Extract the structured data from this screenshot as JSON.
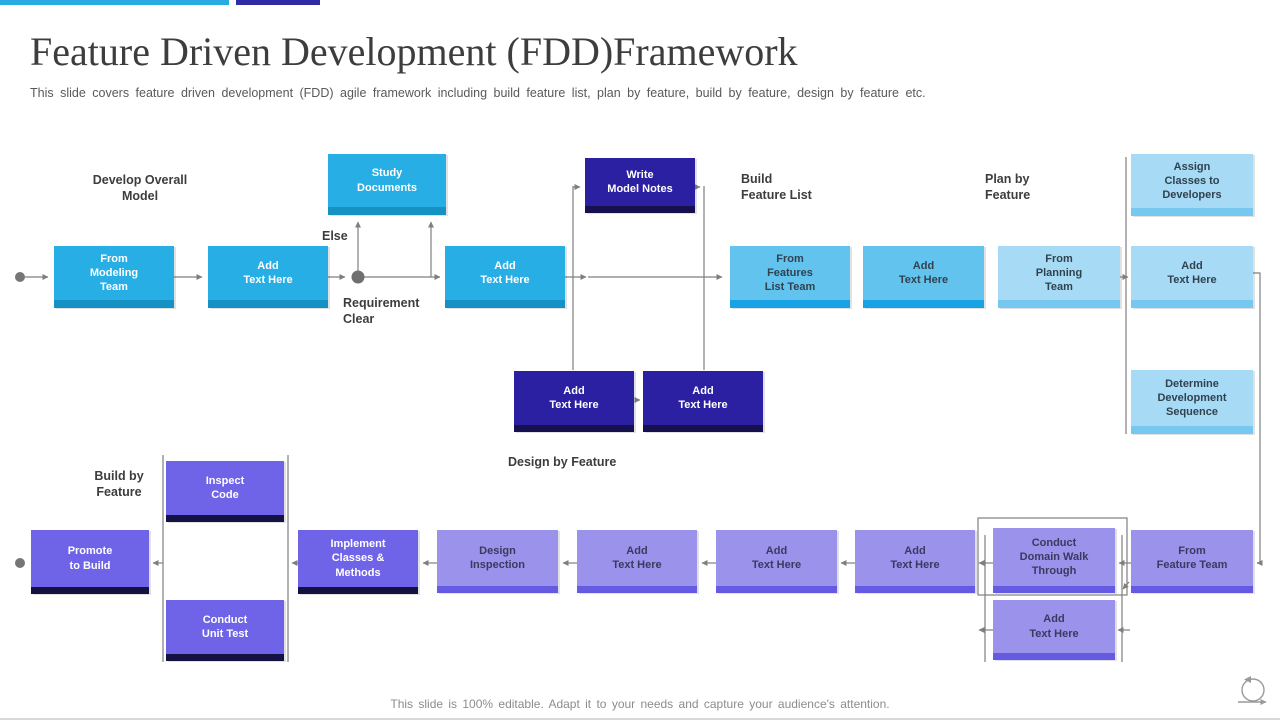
{
  "slide": {
    "title": "Feature Driven Development (FDD)Framework",
    "subtitle": "This slide covers feature driven development (FDD) agile framework including build feature list, plan by feature, build by feature, design by feature etc.",
    "footer": "This slide is 100% editable. Adapt it to your needs and capture your audience's attention."
  },
  "labels": {
    "develop_overall_model": "Develop Overall\nModel",
    "else": "Else",
    "requirement_clear": "Requirement\nClear",
    "build_feature_list": "Build\nFeature List",
    "plan_by_feature": "Plan by\nFeature",
    "design_by_feature": "Design by Feature",
    "build_by_feature": "Build by\nFeature"
  },
  "nodes": {
    "from_modeling_team": {
      "label": "From\nModeling\nTeam"
    },
    "add_text_1": {
      "label": "Add\nText Here"
    },
    "study_documents": {
      "label": "Study\nDocuments"
    },
    "add_text_2": {
      "label": "Add\nText Here"
    },
    "write_model_notes": {
      "label": "Write\nModel Notes"
    },
    "add_text_3": {
      "label": "Add\nText Here"
    },
    "add_text_4": {
      "label": "Add\nText Here"
    },
    "from_features_list_team": {
      "label": "From\nFeatures\nList Team"
    },
    "add_text_5": {
      "label": "Add\nText Here"
    },
    "from_planning_team": {
      "label": "From\nPlanning\nTeam"
    },
    "assign_classes_to_developers": {
      "label": "Assign\nClasses  to\nDevelopers"
    },
    "add_text_6": {
      "label": "Add\nText Here"
    },
    "determine_development_sequence": {
      "label": "Determine\nDevelopment\nSequence"
    },
    "inspect_code": {
      "label": "Inspect\nCode"
    },
    "promote_to_build": {
      "label": "Promote\nto Build"
    },
    "implement_classes_methods": {
      "label": "Implement\nClasses &\nMethods"
    },
    "conduct_unit_test": {
      "label": "Conduct\nUnit Test"
    },
    "design_inspection": {
      "label": "Design\nInspection"
    },
    "add_text_7": {
      "label": "Add\nText Here"
    },
    "add_text_8": {
      "label": "Add\nText Here"
    },
    "add_text_9": {
      "label": "Add\nText Here"
    },
    "conduct_domain_walk_through": {
      "label": "Conduct\nDomain Walk\nThrough"
    },
    "from_feature_team": {
      "label": "From\nFeature Team"
    },
    "add_text_10": {
      "label": "Add\nText Here"
    }
  },
  "colors": {
    "accent_cyan": "#29ABE2",
    "accent_navy": "#2F2BA5",
    "box_cyan": "#27AFE5",
    "box_navy": "#2B1FA2",
    "box_medium_blue": "#62C3EE",
    "box_light_blue": "#A6DAF5",
    "box_purple": "#6F63E8",
    "box_lavender": "#9A92EB",
    "connector_gray": "#7F7F7F"
  }
}
